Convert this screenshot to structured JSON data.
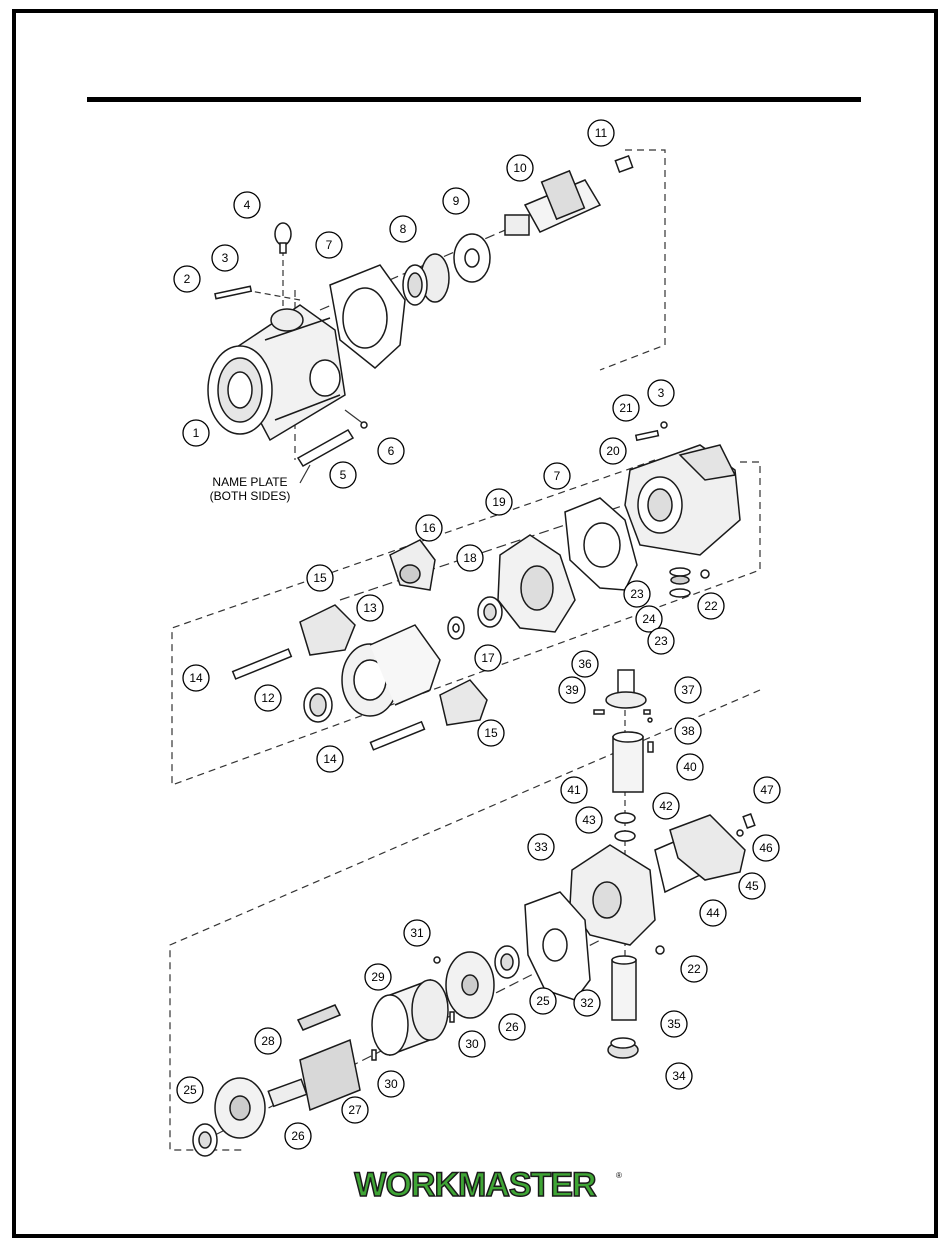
{
  "diagram": {
    "callouts": [
      "1",
      "2",
      "3",
      "4",
      "5",
      "6",
      "7",
      "8",
      "9",
      "10",
      "11",
      "3",
      "21",
      "20",
      "7",
      "19",
      "16",
      "15",
      "13",
      "18",
      "17",
      "14",
      "12",
      "15",
      "14",
      "23",
      "24",
      "23",
      "22",
      "36",
      "39",
      "37",
      "38",
      "40",
      "41",
      "42",
      "43",
      "47",
      "33",
      "46",
      "45",
      "44",
      "31",
      "29",
      "28",
      "30",
      "30",
      "27",
      "25",
      "26",
      "25",
      "26",
      "32",
      "22",
      "35",
      "34"
    ],
    "name_plate_line1": "NAME PLATE",
    "name_plate_line2": "(BOTH SIDES)"
  },
  "brand": {
    "logo_text": "WORKMASTER",
    "logo_color": "#3fa535",
    "logo_outline": "#1a1a1a",
    "registered_mark": "®"
  },
  "colors": {
    "line": "#1a1a1a",
    "border": "#000000",
    "background": "#ffffff"
  }
}
